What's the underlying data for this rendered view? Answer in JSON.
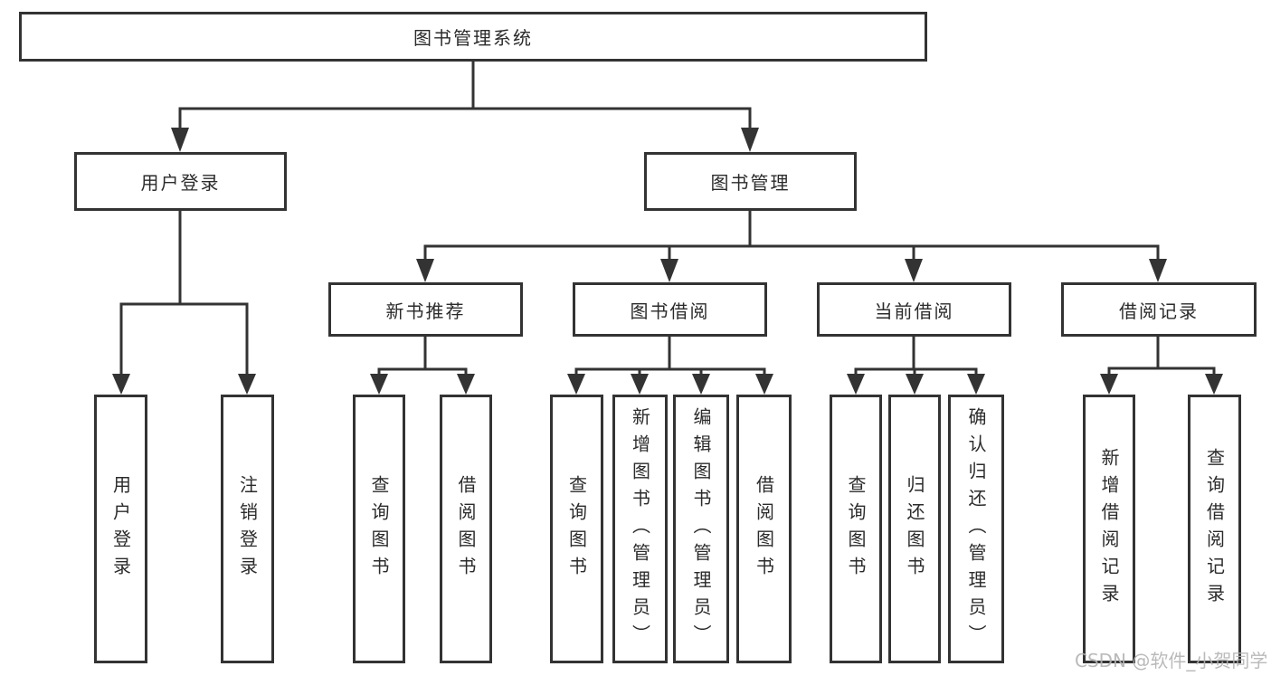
{
  "colors": {
    "line": "#333333",
    "box_border": "#333333",
    "text": "#2b2b2b",
    "watermark": "#b3b3b3",
    "background": "#ffffff"
  },
  "diagram": {
    "root": {
      "label": "图书管理系统"
    },
    "level1": [
      {
        "label": "用户登录"
      },
      {
        "label": "图书管理"
      }
    ],
    "level2": [
      {
        "label": "新书推荐",
        "parent": "图书管理"
      },
      {
        "label": "图书借阅",
        "parent": "图书管理"
      },
      {
        "label": "当前借阅",
        "parent": "图书管理"
      },
      {
        "label": "借阅记录",
        "parent": "图书管理"
      }
    ],
    "leaves": [
      {
        "label": "用户登录",
        "parent": "用户登录"
      },
      {
        "label": "注销登录",
        "parent": "用户登录"
      },
      {
        "label": "查询图书",
        "parent": "新书推荐"
      },
      {
        "label": "借阅图书",
        "parent": "新书推荐"
      },
      {
        "label": "查询图书",
        "parent": "图书借阅"
      },
      {
        "label": "新增图书（管理员）",
        "parent": "图书借阅"
      },
      {
        "label": "编辑图书（管理员）",
        "parent": "图书借阅"
      },
      {
        "label": "借阅图书",
        "parent": "图书借阅"
      },
      {
        "label": "查询图书",
        "parent": "当前借阅"
      },
      {
        "label": "归还图书",
        "parent": "当前借阅"
      },
      {
        "label": "确认归还（管理员）",
        "parent": "当前借阅"
      },
      {
        "label": "新增借阅记录",
        "parent": "借阅记录"
      },
      {
        "label": "查询借阅记录",
        "parent": "借阅记录"
      }
    ]
  },
  "watermark": {
    "text": "CSDN @软件_小贺同学"
  }
}
